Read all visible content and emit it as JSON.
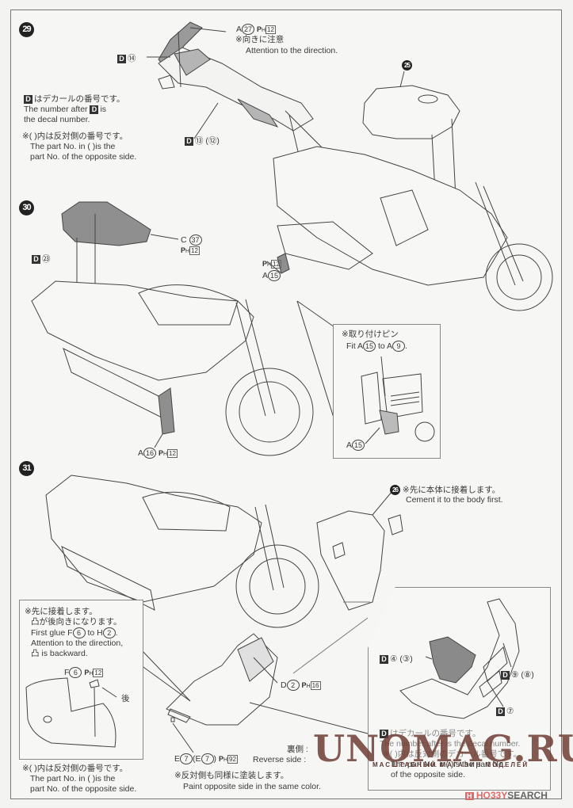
{
  "steps": [
    {
      "number": "29",
      "callouts": {
        "part_a27": {
          "letter": "A",
          "num": "27",
          "paint": "H",
          "paint_num": "12"
        },
        "note_jp": "※向きに注意",
        "note_en": "Attention to the direction.",
        "decal_14": {
          "num": "⑭"
        },
        "decal_13": {
          "num": "⑬",
          "opp": "(⑫)"
        },
        "part_25": "25"
      },
      "legend": {
        "decal_jp": "はデカールの番号です。",
        "decal_en_1": "The number after",
        "decal_en_2": "is",
        "decal_en_3": "the decal number.",
        "opp_jp": "※(   )内は反対側の番号です。",
        "opp_en_1": "The part No. in (   )is the",
        "opp_en_2": "part No. of the opposite side."
      }
    },
    {
      "number": "30",
      "callouts": {
        "seat": {
          "letter": "C",
          "num": "37",
          "paint": "H",
          "paint_num": "12"
        },
        "decal_23": {
          "num": "㉓"
        },
        "part_a15": {
          "letter": "A",
          "num": "15",
          "paint": "H",
          "paint_num": "12"
        },
        "part_a16": {
          "letter": "A",
          "num": "16",
          "paint": "H",
          "paint_num": "12"
        }
      },
      "inset": {
        "title_jp": "※取り付けピン",
        "title_en_1": "Fit A",
        "title_en_num1": "15",
        "title_en_2": "to A",
        "title_en_num2": "9",
        "label": {
          "letter": "A",
          "num": "15"
        }
      }
    },
    {
      "number": "31",
      "callouts": {
        "part_26": "26",
        "cement_jp": "※先に本体に接着します。",
        "cement_en": "Cement it to the body first.",
        "part_d2": {
          "letter": "D",
          "num": "2",
          "paint": "H",
          "paint_num": "16"
        },
        "part_e7": {
          "text": "E",
          "num": "7",
          "opp_letter": "(E",
          "opp_num": "7",
          "opp_close": ")",
          "paint": "H",
          "paint_num": "92"
        },
        "reverse_jp": "裏側 :",
        "reverse_en": "Reverse side :",
        "paint_opp_jp": "※反対側も同様に塗装します。",
        "paint_opp_en": "Paint opposite side in the same color."
      },
      "left_inset": {
        "jp_1": "※先に接着します。",
        "jp_2": "凸が後向きになります。",
        "en_1a": "First glue F",
        "en_1n1": "6",
        "en_1b": "to H",
        "en_1n2": "2",
        "en_1c": ".",
        "en_2": "Attention to the direction,",
        "en_3": "凸  is backward.",
        "part_f6": {
          "letter": "F",
          "num": "6",
          "paint": "H",
          "paint_num": "12"
        },
        "arrow_label": "後"
      },
      "left_note": {
        "jp": "※(   )内は反対側の番号です。",
        "en_1": "The part No. in (   )is the",
        "en_2": "part No. of the opposite side."
      },
      "right_inset": {
        "decal_4": {
          "num": "④",
          "opp": "(③)"
        },
        "decal_9": {
          "num": "⑨",
          "opp": "(⑧)"
        },
        "decal_7": {
          "num": "⑦"
        },
        "decal_jp": "はデカールの番号です。",
        "decal_en": "The number after    is the decal number.",
        "opp_jp": "※(   )内は反対側のデカール番号です。",
        "opp_en_1": "The part No. in(   )is the part No.",
        "opp_en_2": "of the opposite side."
      }
    }
  ],
  "decal_badge": "D",
  "paint_prefix": "P",
  "watermark": {
    "main": "UNOMAG.RU",
    "sub": "МАСШТАБНЫЙ МАГАЗИН МОДЕЛЕЙ"
  },
  "credit": {
    "brand_icon": "H",
    "brand_a": "HO33Y",
    "brand_b": "SEARCH"
  },
  "colors": {
    "ink": "#333333",
    "paper": "#f6f6f4",
    "shade": "#8a8a8a",
    "watermark": "#6e3c32",
    "brand_red": "#e06a6a"
  }
}
